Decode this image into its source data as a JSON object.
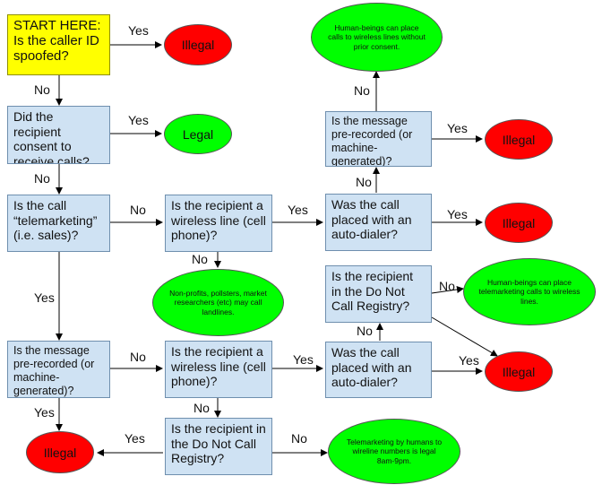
{
  "nodes": {
    "start": "START HERE: Is the caller ID spoofed?",
    "consent": "Did the recipient consent to receive calls?",
    "telemarketing": "Is the call “telemarketing” (i.e. sales)?",
    "prerecorded_sales": "Is the message pre-recorded (or machine-generated)?",
    "wireless_top": "Is the recipient a wireless line (cell phone)?",
    "autodialer_top": "Was the call placed with an auto-dialer?",
    "prerecorded_top": "Is the message pre-recorded (or machine-generated)?",
    "dnc_right": "Is the recipient in the Do Not Call Registry?",
    "wireless_bottom": "Is the recipient a wireless line (cell phone)?",
    "autodialer_bottom": "Was the call placed with an auto-dialer?",
    "dnc_bottom": "Is the recipient in the Do Not Call Registry?"
  },
  "outcomes": {
    "illegal_spoofed": "Illegal",
    "legal_consent": "Legal",
    "human_wireless": "Human-beings can place calls to wireless lines without prior consent.",
    "illegal_prerecorded_top": "Illegal",
    "illegal_autodialer_top": "Illegal",
    "nonprofits_landlines": "Non-profits, pollsters, market researchers (etc) may call landlines.",
    "human_telemarketing": "Human-beings can place telemarketing calls to wireless lines.",
    "illegal_autodialer_bottom": "Illegal",
    "illegal_prerecorded_sales": "Illegal",
    "telemarketing_wireline": "Telemarketing by humans to wireline numbers is legal 8am-9pm."
  },
  "edge_labels": {
    "start_yes": "Yes",
    "start_no": "No",
    "consent_yes": "Yes",
    "consent_no": "No",
    "tele_no": "No",
    "tele_yes": "Yes",
    "wireless_top_yes": "Yes",
    "wireless_top_no": "No",
    "autodialer_top_yes": "Yes",
    "autodialer_top_no": "No",
    "prerecorded_top_yes": "Yes",
    "prerecorded_top_no": "No",
    "dnc_right_no": "No",
    "autodialer_bottom_no": "No",
    "autodialer_bottom_yes": "Yes",
    "prerecorded_sales_no": "No",
    "prerecorded_sales_yes": "Yes",
    "wireless_bottom_yes": "Yes",
    "wireless_bottom_no": "No",
    "dnc_bottom_yes": "Yes",
    "dnc_bottom_no": "No"
  },
  "colors": {
    "question_box": "#cfe2f3",
    "start_box": "#ffff00",
    "illegal": "#ff0000",
    "legal": "#00ff00"
  }
}
